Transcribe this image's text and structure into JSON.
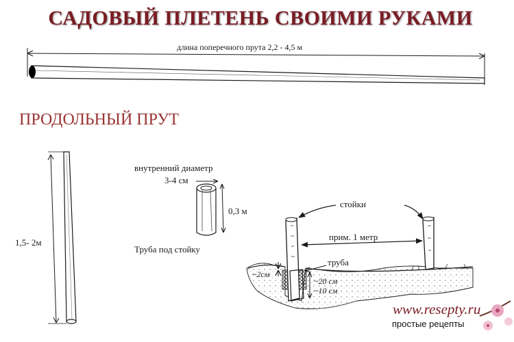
{
  "title": "САДОВЫЙ ПЛЕТЕНЬ СВОИМИ РУКАМИ",
  "section_title": "ПРОДОЛЬНЫЙ ПРУТ",
  "labels": {
    "cross_rod_length": "длина поперечного прута 2,2 - 4,5 м",
    "rod_length": "1,5- 2м",
    "inner_diameter": "внутренний диаметр",
    "inner_diameter_value": "3-4 см",
    "pipe_length": "0,3 м",
    "pipe_caption": "Труба под стойку",
    "posts": "стойки",
    "spacing": "прим. 1 метр",
    "pipe": "труба",
    "depth_2": "~2см",
    "depth_20": "~20 см",
    "depth_10": "~10 см"
  },
  "watermark": {
    "site": "www.resepty.ru",
    "subtitle": "простые рецепты"
  },
  "colors": {
    "title": "#7a1c24",
    "section": "#9b3333",
    "ink": "#1a1a1a"
  }
}
